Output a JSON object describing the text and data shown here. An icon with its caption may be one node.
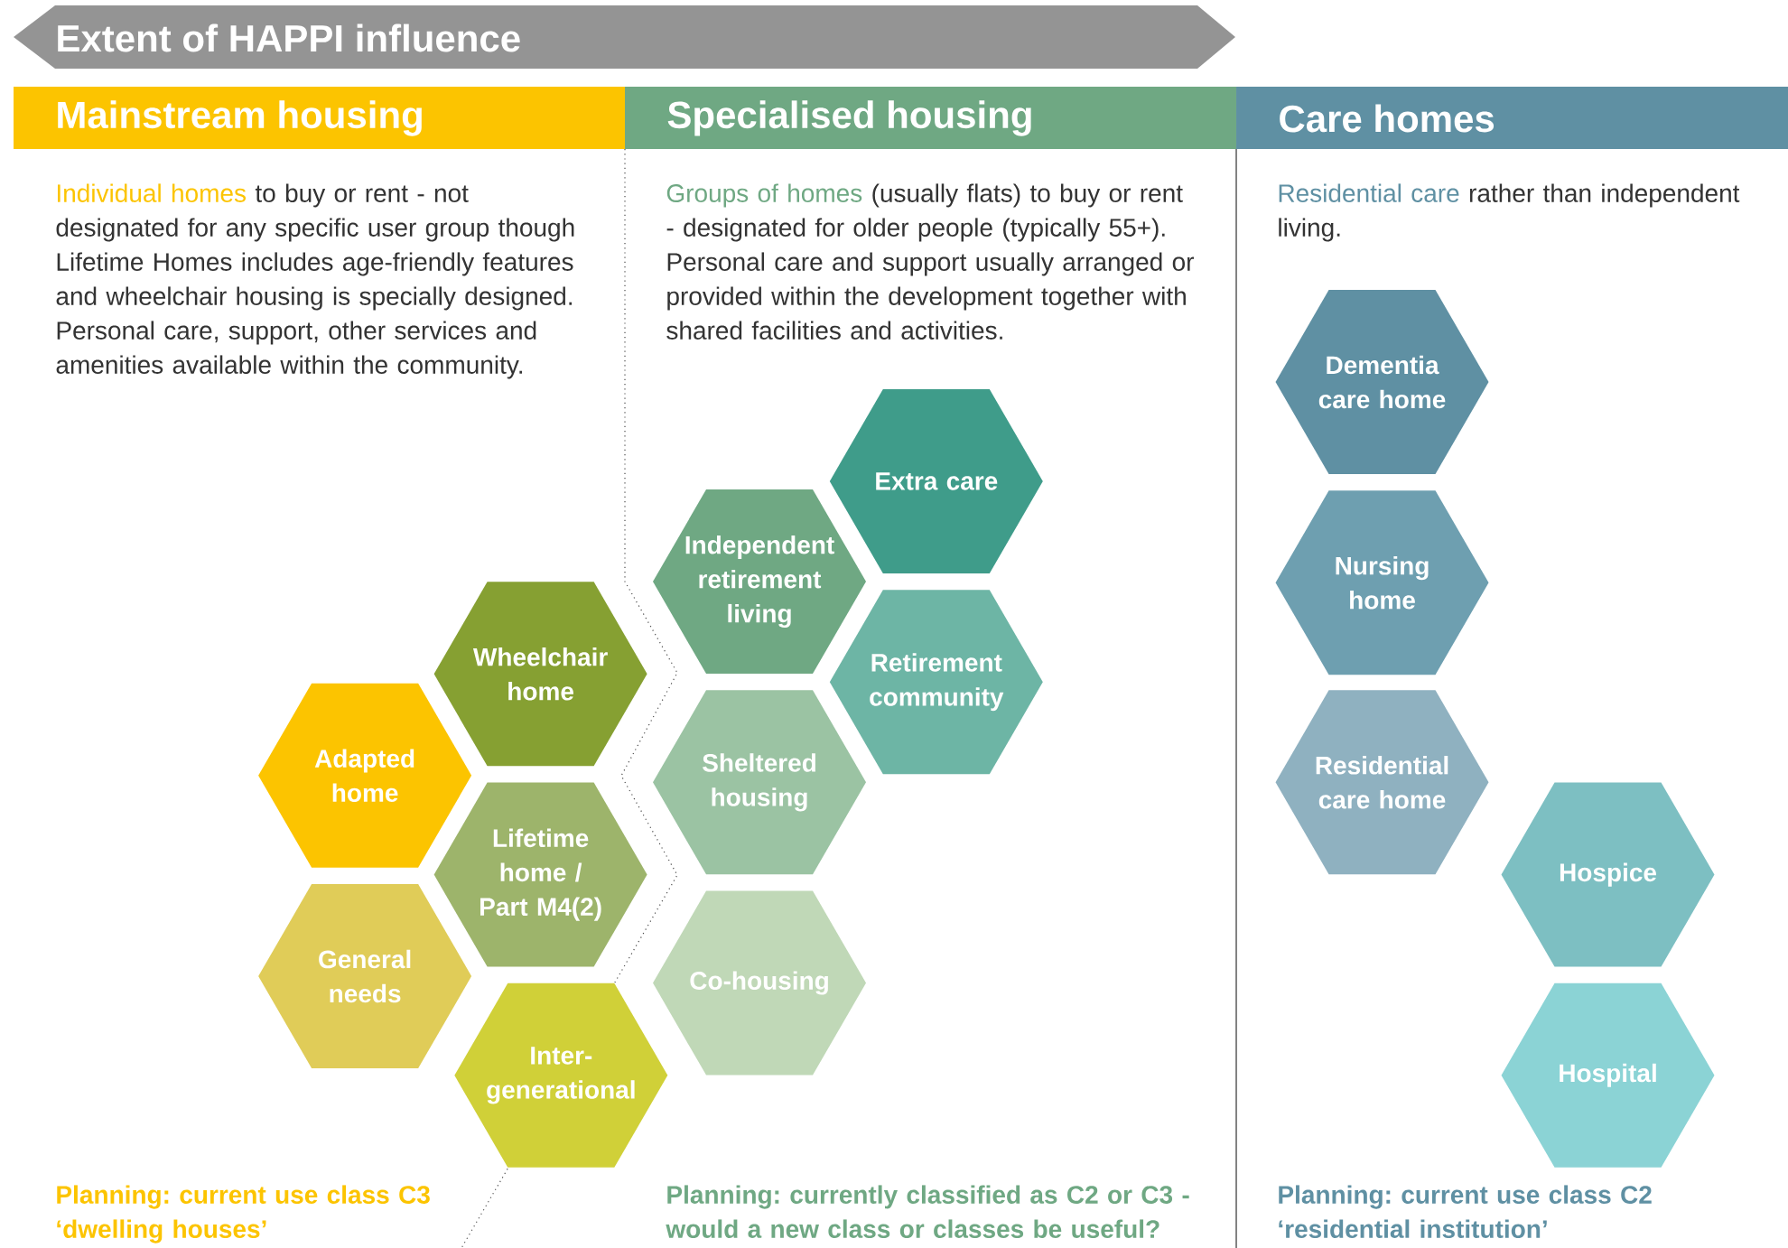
{
  "diagram": {
    "title": "Extent of HAPPI influence",
    "nodes": [
      {
        "text": [
          "Mainstream housing"
        ]
      },
      {
        "text": [
          "Specialised housing"
        ]
      },
      {
        "text": [
          "Care homes"
        ]
      },
      {
        "text": [
          "Wheelchair home"
        ]
      },
      {
        "text": [
          "Adapted home"
        ]
      },
      {
        "text": [
          "Lifetime home / Part M4(2)"
        ]
      },
      {
        "text": [
          "General needs"
        ]
      },
      {
        "text": [
          "Inter-generational"
        ]
      },
      {
        "text": [
          "Extra care"
        ]
      },
      {
        "text": [
          "Independent retirement living"
        ]
      },
      {
        "text": [
          "Retirement community"
        ]
      },
      {
        "text": [
          "Sheltered housing"
        ]
      },
      {
        "text": [
          "Co-housing"
        ]
      },
      {
        "text": [
          "Dementia care home"
        ]
      },
      {
        "text": [
          "Nursing home"
        ]
      },
      {
        "text": [
          "Residential care home"
        ]
      },
      {
        "text": [
          "Hospice"
        ]
      },
      {
        "text": [
          "Hospital"
        ]
      }
    ],
    "labels": [
      "Individual homes",
      "to buy or rent - not designated for any specific user group though Lifetime Homes includes age-friendly features and wheelchair housing is specially designed. Personal care, support, other services and amenities available within the community.",
      "Groups of homes",
      "(usually flats) to buy or rent - designated for older people (typically 55+). Personal care and support usually arranged or provided within the development together with shared facilities and activities.",
      "Residential care",
      "rather than independent living.",
      "Planning: current use class C3 ‘dwelling houses’",
      "Planning: currently classified as C2 or C3 - would a new class or classes be useful?",
      "Planning: current use class C2 ‘residential institution’"
    ]
  }
}
